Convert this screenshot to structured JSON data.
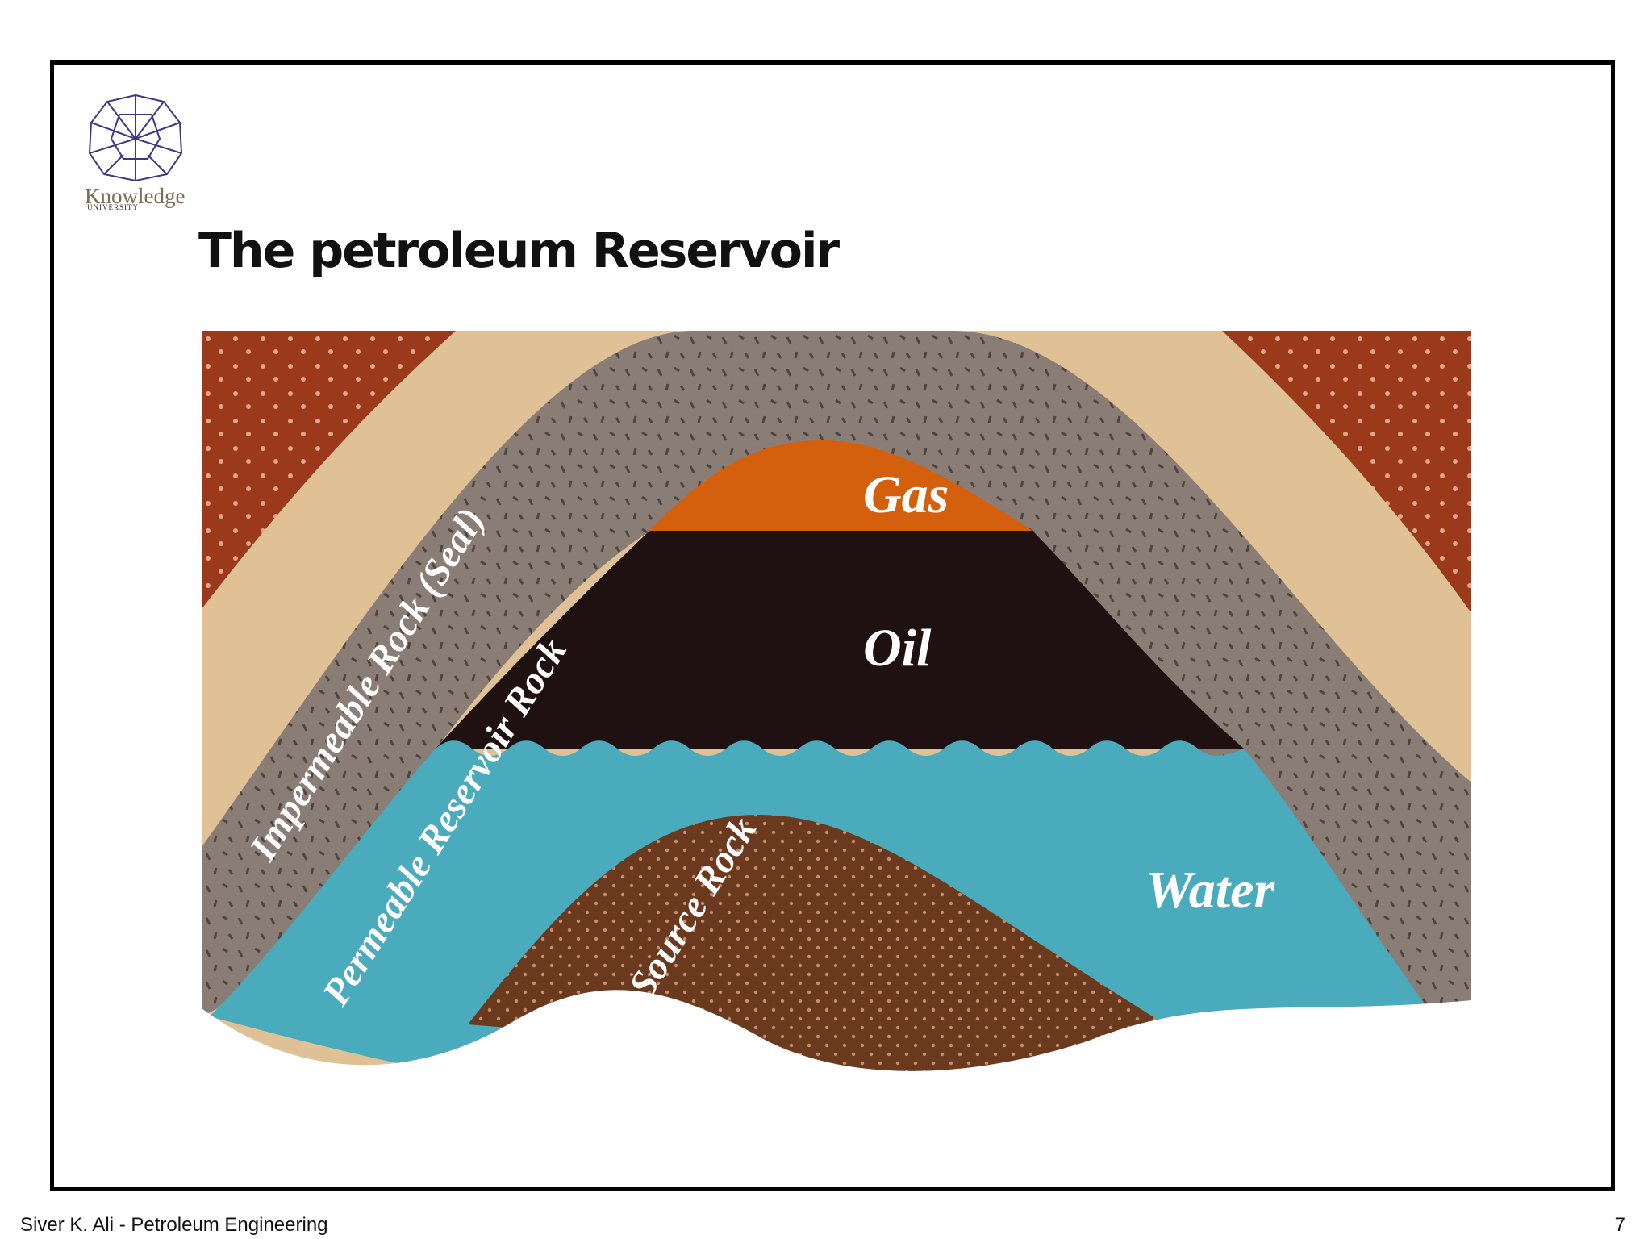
{
  "logo": {
    "name": "Knowledge",
    "sub": "UNIVERSITY"
  },
  "slide": {
    "title": "The petroleum Reservoir",
    "page_number": "7"
  },
  "footer": {
    "author": "Siver K. Ali - Petroleum Engineering"
  },
  "diagram": {
    "labels": {
      "seal": "Impermeable Rock (Seal)",
      "reservoir": "Permeable Reservoir Rock",
      "source": "Source Rock",
      "gas": "Gas",
      "oil": "Oil",
      "water": "Water"
    },
    "colors": {
      "outer_rock": "#9a3a1a",
      "tan_layer": "#e0c196",
      "seal": "#8a7d76",
      "gas": "#d4600e",
      "oil": "#1f1112",
      "water": "#4aabbd",
      "source_rock": "#6b3a1e"
    }
  }
}
